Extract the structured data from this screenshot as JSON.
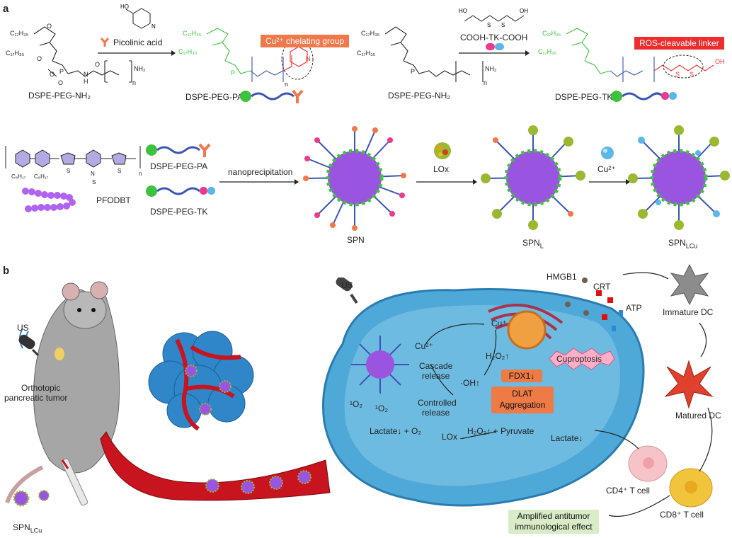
{
  "panel_a": {
    "label": "a",
    "picolinic_acid": "Picolinic acid",
    "chelating_tag": "Cu²⁺ chelating group",
    "linker_reagent": "COOH-TK-COOH",
    "ros_tag": "ROS-cleavable linker",
    "dspe_peg_nh2_1": "DSPE-PEG-NH₂",
    "dspe_peg_pa": "DSPE-PEG-PA",
    "dspe_peg_nh2_2": "DSPE-PEG-NH₂",
    "dspe_peg_tk": "DSPE-PEG-TK",
    "pfodbt": "PFODBT",
    "legend_pa": "DSPE-PEG-PA",
    "legend_tk": "DSPE-PEG-TK",
    "nanoprecipitation": "nanoprecipitation",
    "lox": "LOx",
    "cu2": "Cu²⁺",
    "spn": "SPN",
    "spn_l": "SPN",
    "spn_l_sub": "L",
    "spn_lcu": "SPN",
    "spn_lcu_sub": "LCu"
  },
  "panel_b": {
    "label": "b",
    "us_left": "US",
    "us_right": "US",
    "tumor_label_1": "Orthotopic",
    "tumor_label_2": "pancreatic tumor",
    "spn_lcu_left": "SPN",
    "spn_lcu_left_sub": "LCu",
    "cu2_plus": "Cu²⁺",
    "cu_plus": "Cu⁺",
    "h2o2_top": "H₂O₂↑",
    "cascade_release_1": "Cascade",
    "cascade_release_2": "release",
    "oh_radical": "·OH↑",
    "controlled_release_1": "Controlled",
    "controlled_release_2": "release",
    "singlet_o2_1": "¹O₂",
    "singlet_o2_2": "¹O₂",
    "lactate_eq": "Lactate↓ + O₂",
    "lox_in_cell": "LOx",
    "h2o2_pyruvate": "H₂O₂↑ + Pyruvate",
    "fdx1": "FDX1↓",
    "dlat_1": "DLAT",
    "dlat_2": "Aggregation",
    "cuproptosis": "Cuproptosis",
    "hmgb1": "HMGB1",
    "crt": "CRT",
    "atp": "ATP",
    "lactate_right": "Lactate↓",
    "immature_dc": "Immature DC",
    "matured_dc": "Matured DC",
    "cd4": "CD4⁺ T cell",
    "cd8": "CD8⁺ T cell",
    "amplified_1": "Amplified antitumor",
    "amplified_2": "immunological effect"
  },
  "colors": {
    "lipid_green": "#3cc23c",
    "peg_blue": "#3a55b4",
    "chelator_orange": "#f0784a",
    "ros_red": "#ef2d2d",
    "cell_blue": "#4fa9d8",
    "tumor_blue": "#2f86c8",
    "vessel_red": "#c8141e",
    "core_purple": "#9a55e0"
  }
}
